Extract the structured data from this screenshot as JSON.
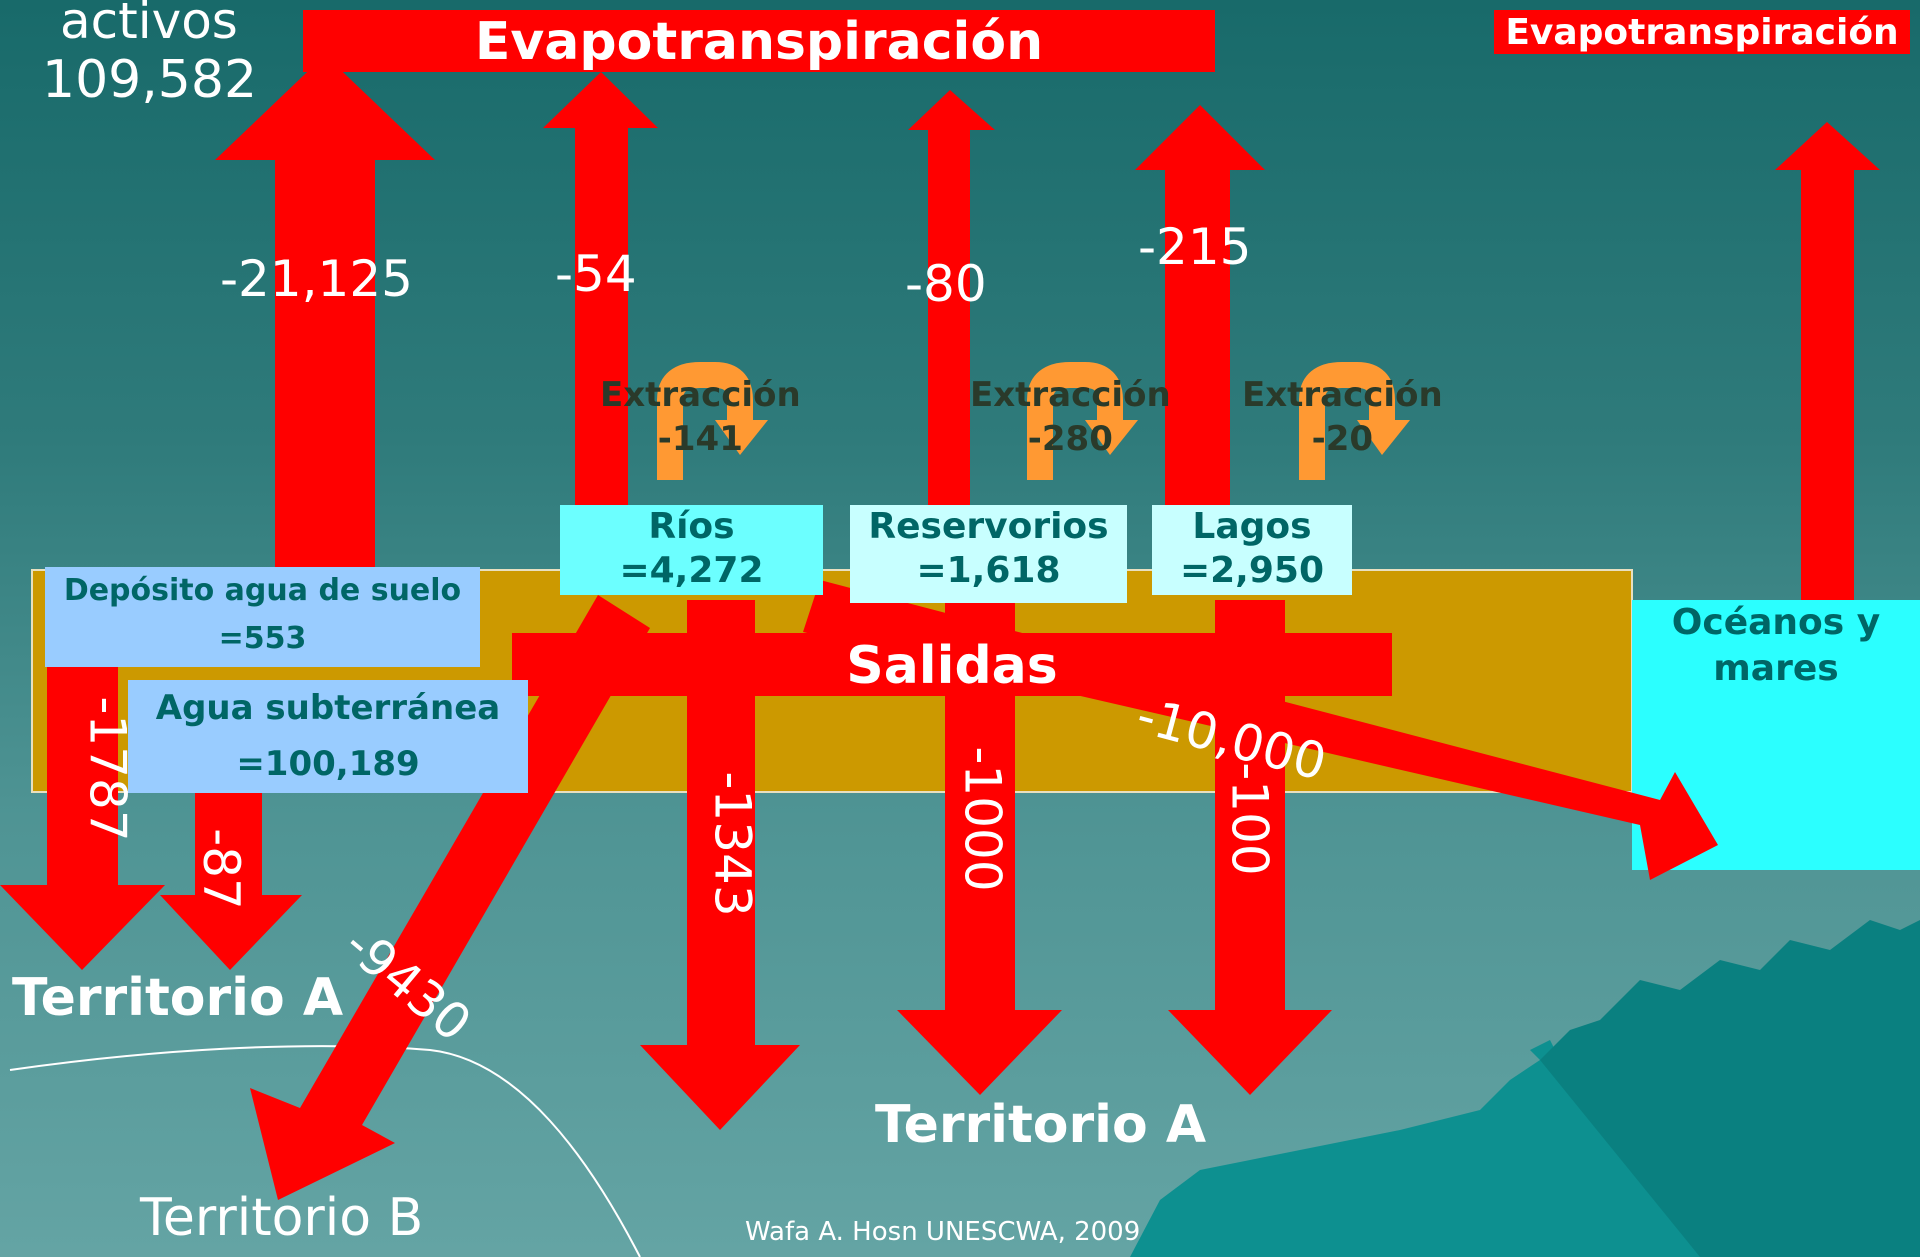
{
  "diagram": {
    "activos_label": "activos",
    "activos_value": "109,582",
    "evap_title": "Evapotranspiración",
    "evap_title_small": "Evapotranspiración",
    "extraction_label": "Extracción",
    "salidas_label": "Salidas",
    "territorio_a": "Territorio A",
    "territorio_b": "Territorio B",
    "credit": "Wafa A. Hosn UNESCWA, 2009",
    "storage": {
      "rios": {
        "label": "Ríos",
        "value": "=4,272"
      },
      "reservorios": {
        "label": "Reservorios",
        "value": "=1,618"
      },
      "lagos": {
        "label": "Lagos",
        "value": "=2,950"
      },
      "suelo": {
        "label": "Depósito agua de suelo",
        "value": "=553"
      },
      "subterranea": {
        "label": "Agua subterránea",
        "value": "=100,189"
      },
      "oceanos": "Océanos y mares"
    },
    "flows": {
      "evap_soil": "-21,125",
      "evap_rivers": "-54",
      "evap_reservoirs": "-80",
      "evap_lakes": "-215",
      "extr_rivers": "-141",
      "extr_reservoirs": "-280",
      "extr_lakes": "-20",
      "out_soil": "-1787",
      "out_groundwater": "-87",
      "out_rivers": "-1343",
      "out_reservoirs": "-1000",
      "out_lakes": "-100",
      "out_territorio_b": "-9430",
      "out_oceans": "-10,000"
    }
  }
}
